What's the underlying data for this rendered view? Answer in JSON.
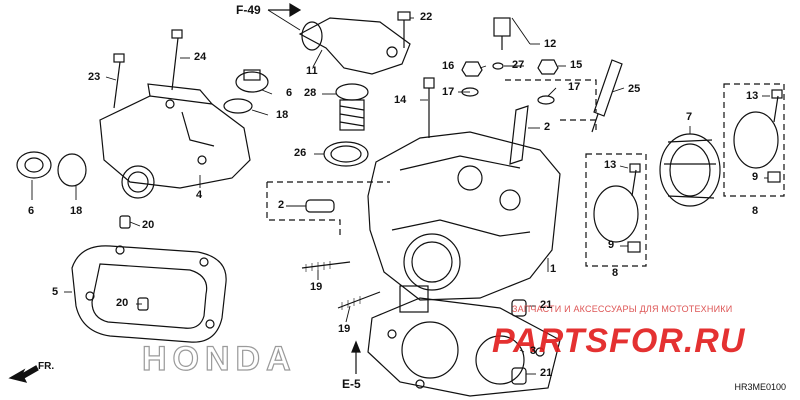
{
  "references": {
    "top": "F-49",
    "bottom": "E-5",
    "front": "FR."
  },
  "parts": [
    {
      "id": "p1",
      "number": "1"
    },
    {
      "id": "p2a",
      "number": "2"
    },
    {
      "id": "p2b",
      "number": "2"
    },
    {
      "id": "p3",
      "number": "3"
    },
    {
      "id": "p4",
      "number": "4"
    },
    {
      "id": "p5",
      "number": "5"
    },
    {
      "id": "p6a",
      "number": "6"
    },
    {
      "id": "p6b",
      "number": "6"
    },
    {
      "id": "p7",
      "number": "7"
    },
    {
      "id": "p8a",
      "number": "8"
    },
    {
      "id": "p8b",
      "number": "8"
    },
    {
      "id": "p9a",
      "number": "9"
    },
    {
      "id": "p9b",
      "number": "9"
    },
    {
      "id": "p11",
      "number": "11"
    },
    {
      "id": "p12",
      "number": "12"
    },
    {
      "id": "p13a",
      "number": "13"
    },
    {
      "id": "p13b",
      "number": "13"
    },
    {
      "id": "p14",
      "number": "14"
    },
    {
      "id": "p15",
      "number": "15"
    },
    {
      "id": "p16",
      "number": "16"
    },
    {
      "id": "p17a",
      "number": "17"
    },
    {
      "id": "p17b",
      "number": "17"
    },
    {
      "id": "p18a",
      "number": "18"
    },
    {
      "id": "p18b",
      "number": "18"
    },
    {
      "id": "p19a",
      "number": "19"
    },
    {
      "id": "p19b",
      "number": "19"
    },
    {
      "id": "p20a",
      "number": "20"
    },
    {
      "id": "p20b",
      "number": "20"
    },
    {
      "id": "p21a",
      "number": "21"
    },
    {
      "id": "p21b",
      "number": "21"
    },
    {
      "id": "p22",
      "number": "22"
    },
    {
      "id": "p23",
      "number": "23"
    },
    {
      "id": "p24",
      "number": "24"
    },
    {
      "id": "p25",
      "number": "25"
    },
    {
      "id": "p26",
      "number": "26"
    },
    {
      "id": "p27",
      "number": "27"
    },
    {
      "id": "p28",
      "number": "28"
    }
  ],
  "brand_watermark": "HONDA",
  "shop_watermark_text": "ЗАПЧАСТИ И АКСЕССУАРЫ ДЛЯ МОТОТЕХНИКИ",
  "shop_watermark_logo": "PARTSFOR.RU",
  "diagram_code": "HR3ME0100",
  "colors": {
    "line": "#111111",
    "watermark_red": "#e21b1b",
    "brand_outline": "#9a9a9a"
  }
}
